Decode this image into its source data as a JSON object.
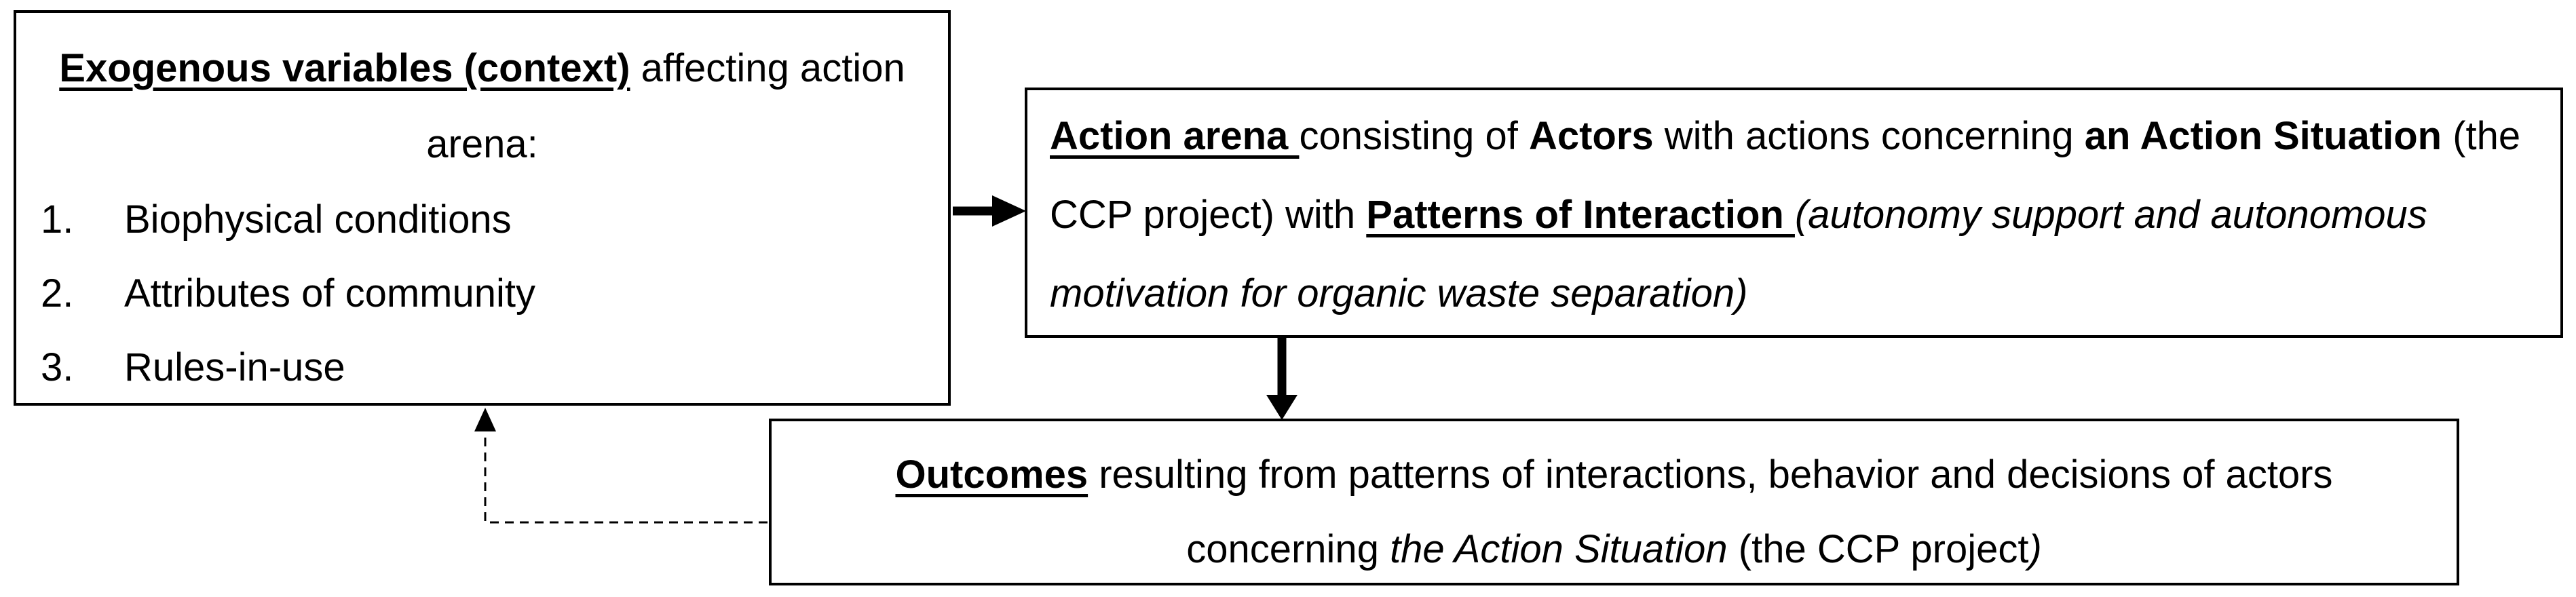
{
  "colors": {
    "background": "#ffffff",
    "box_border": "#000000",
    "text": "#000000",
    "arrow": "#000000"
  },
  "exogenous_box": {
    "title_emphasis": "Exogenous variables (context)",
    "title_rest": " affecting action arena:",
    "items": [
      {
        "number": "1.",
        "label": "Biophysical conditions"
      },
      {
        "number": "2.",
        "label": "Attributes of community"
      },
      {
        "number": "3.",
        "label": "Rules-in-use"
      }
    ]
  },
  "action_arena_box": {
    "segments": [
      "Action arena ",
      "consisting of ",
      "Actors",
      " with actions concerning ",
      "an Action Situation",
      " (the CCP project) with ",
      "Patterns of Interaction ",
      "(autonomy support  and autonomous motivation for organic waste separation)"
    ]
  },
  "outcomes_box": {
    "segments": [
      "Outcomes",
      " resulting from patterns of interactions, behavior and decisions of actors concerning ",
      "the Action Situation",
      " (the CCP project",
      ")"
    ]
  }
}
